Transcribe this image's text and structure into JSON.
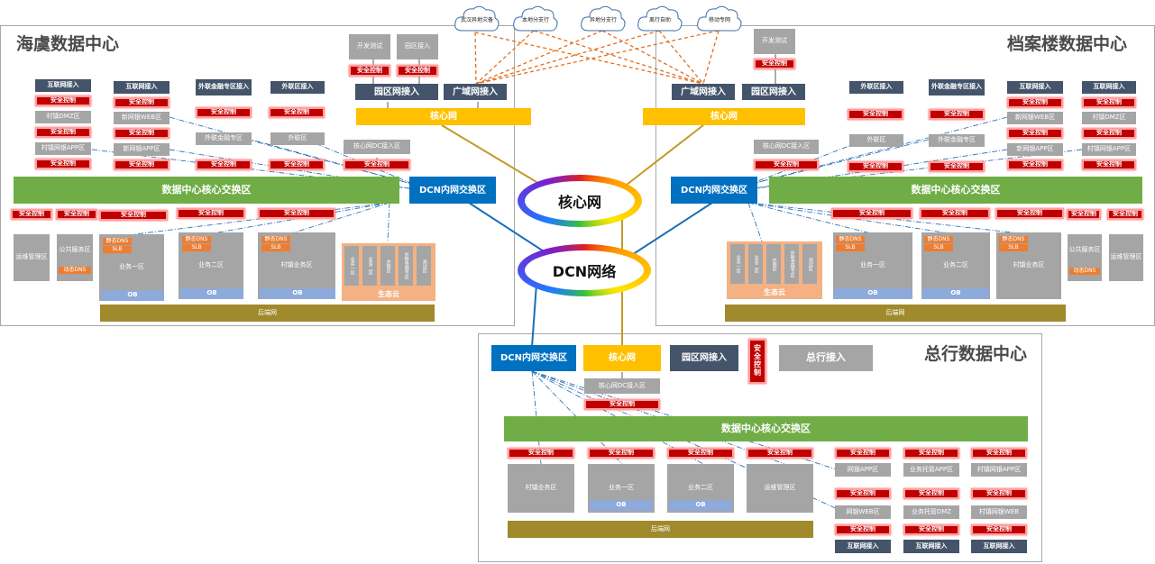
{
  "titles": {
    "left": "海虞数据中心",
    "right": "档案楼数据中心",
    "bottom": "总行数据中心"
  },
  "clouds": [
    "武汉异地灾备",
    "本地分支行",
    "异地分支行",
    "离行自助",
    "移动专网"
  ],
  "center": {
    "core": "核心网",
    "dcn": "DCN网络"
  },
  "left": {
    "test": "开发测试",
    "park": "园区接入",
    "sec": "安全控制",
    "wan": "广域网接入",
    "park_access": "园区网接入",
    "core_net": "核心网",
    "internet": "互联网接入",
    "dmz": "村镇DMZ区",
    "app": "村镇网银APP区",
    "inet2": "互联网接入",
    "web": "新网银WEB区",
    "app2": "新网银APP区",
    "fin_access": "外联金融专区接入",
    "fin_zone": "外联金融专区",
    "ext_access": "外联区接入",
    "ext_zone": "外联区",
    "core_dc_access": "核心网DC接入区",
    "dc_switch": "数据中心核心交换区",
    "dcn_switch": "DCN内网交换区",
    "ops": "运维管理区",
    "public": "公共服务区",
    "dyn_dns": "动态DNS",
    "zone1": "业务一区",
    "zone2": "业务二区",
    "village": "村镇业务区",
    "static_dns": "静态DNS",
    "slb": "SLB",
    "ob": "OB",
    "eco_items": [
      "业务一区",
      "业务二区",
      "外联区",
      "外联金融专区",
      "测试区"
    ],
    "eco": "生态云",
    "backend": "后端网"
  },
  "right": {
    "test": "开发测试",
    "sec": "安全控制",
    "wan": "广域网接入",
    "park_access": "园区网接入",
    "core_net": "核心网",
    "ext_access": "外联区接入",
    "fin_access": "外联金融专区接入",
    "inet": "互联网接入",
    "ext_zone": "外联区",
    "fin_zone": "外联金融专区",
    "web": "新网银WEB区",
    "dmz": "村镇DMZ区",
    "app": "新网银APP区",
    "app2": "村镇网银APP区",
    "core_dc_access": "核心网DC接入区",
    "dcn_switch": "DCN内网交换区",
    "dc_switch": "数据中心核心交换区",
    "eco_items": [
      "业务一区",
      "业务二区",
      "外联区",
      "外联金融专区",
      "测试区"
    ],
    "eco": "生态云",
    "zone1": "业务一区",
    "zone2": "业务二区",
    "village": "村镇业务区",
    "public": "公共服务区",
    "dyn_dns": "动态DNS",
    "ops": "运维管理区",
    "static_dns": "静态DNS",
    "slb": "SLB",
    "ob": "OB",
    "backend": "后端网"
  },
  "bottom": {
    "dcn_switch": "DCN内网交换区",
    "core_net": "核心网",
    "park_access": "园区网接入",
    "sec_vertical": "安全控制",
    "hq_access": "总行接入",
    "core_dc_access": "核心网DC接入区",
    "sec": "安全控制",
    "dc_switch": "数据中心核心交换区",
    "village": "村镇业务区",
    "zone1": "业务一区",
    "zone2": "业务二区",
    "ops": "运维管理区",
    "ob": "OB",
    "app_col": [
      "网银APP区",
      "网银WEB区",
      "互联网接入"
    ],
    "mid_col": [
      "业务托管APP区",
      "业务托管DMZ",
      "互联网接入"
    ],
    "right_col": [
      "村镇网银APP区",
      "村镇网银WEB",
      "互联网接入"
    ],
    "backend": "后端网"
  },
  "colors": {
    "security": "#c00000",
    "navy": "#44546a",
    "core_gold": "#ffc000",
    "dc_green": "#70ad47",
    "dcn_blue": "#0070c0",
    "backend_olive": "#a08a2b",
    "ob_blue": "#8eaadb"
  }
}
